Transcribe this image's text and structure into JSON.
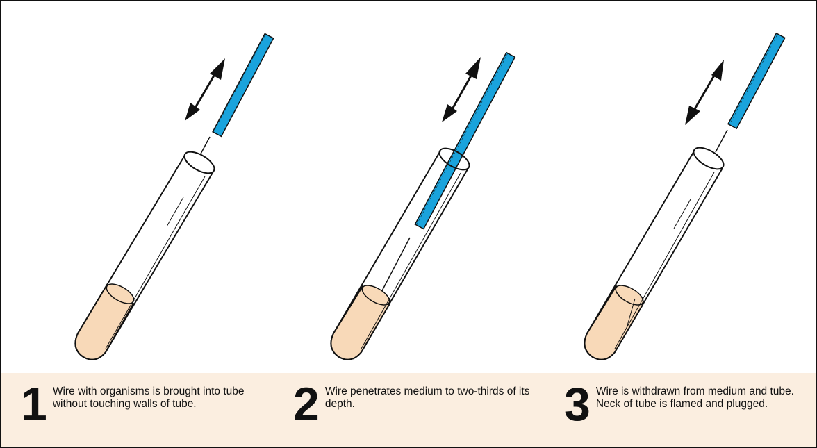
{
  "figure": {
    "colors": {
      "wire_holder": "#1aa3dc",
      "medium": "#f8d9b8",
      "caption_background": "#fbeee0",
      "outline": "#111111"
    },
    "icons": [
      "arrow-down-left-icon",
      "arrow-up-right-icon"
    ]
  },
  "steps": [
    {
      "number": "1",
      "text": "Wire with organisms is brought into tube without touching walls of tube."
    },
    {
      "number": "2",
      "text": "Wire penetrates medium to two-thirds of its depth."
    },
    {
      "number": "3",
      "text": "Wire is withdrawn from medium and tube. Neck of tube is flamed and plugged."
    }
  ]
}
